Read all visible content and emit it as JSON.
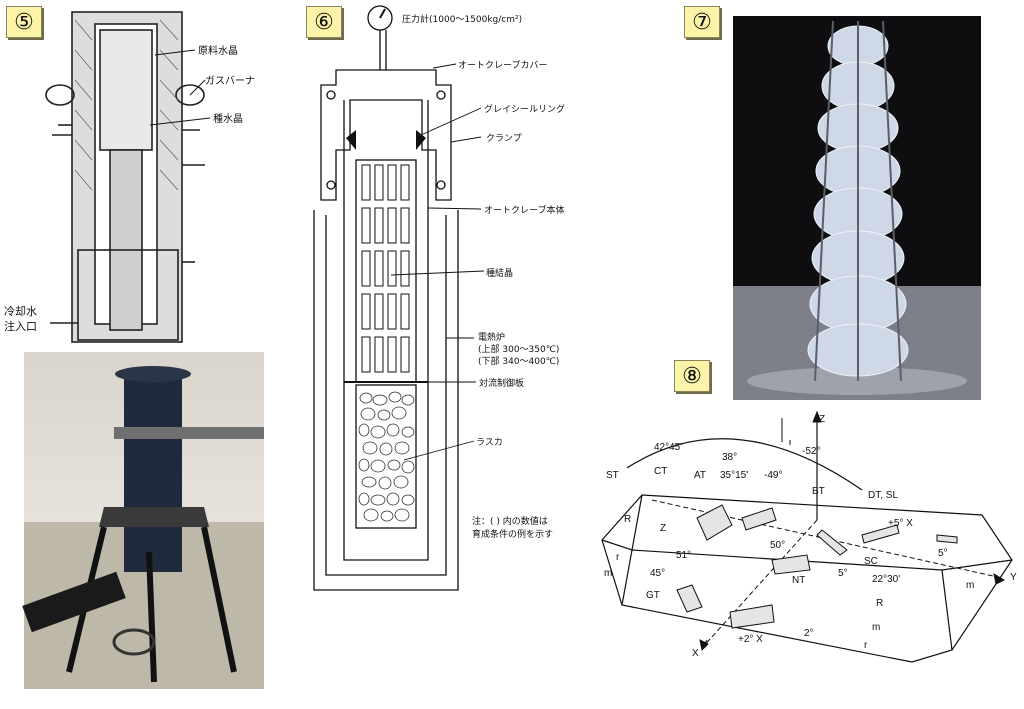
{
  "badges": {
    "p5": "⑤",
    "p6": "⑥",
    "p7": "⑦",
    "p8": "⑧"
  },
  "panel5": {
    "labels": {
      "raw": "原料水晶",
      "gas": "ガスバーナ",
      "seed": "種水晶",
      "cool_1": "冷却水",
      "cool_2": "注入口"
    }
  },
  "panel6": {
    "gauge": "圧力計(1000～1500kg/cm²)",
    "cover": "オートクレーブカバー",
    "ring": "グレイシールリング",
    "clamp": "クランプ",
    "body": "オートクレーブ本体",
    "seed": "種結晶",
    "furnace_1": "電熱炉",
    "furnace_2": "(上部 300～350℃)",
    "furnace_3": "(下部 340～400℃)",
    "baffle": "対流制御板",
    "lasca": "ラスカ",
    "note_1": "注：( ) 内の数値は",
    "note_2": "育成条件の例を示す"
  },
  "panel8": {
    "labels": {
      "z_axis": "Z",
      "y_axis": "Y",
      "x_axis": "X",
      "a1": "42°45'",
      "a2": "38°",
      "a3": "-52°",
      "a4": "35°15'",
      "a5": "-49°",
      "st": "ST",
      "ct": "CT",
      "at": "AT",
      "bt": "BT",
      "dt": "DT, SL",
      "z": "Z",
      "r1": "R",
      "r2": "r",
      "m1": "m",
      "gt": "GT",
      "a6": "51°",
      "a7": "45°",
      "a8": "50°",
      "nt": "NT",
      "a9": "5°",
      "sc": "SC",
      "a10": "+5° X",
      "a11": "5°",
      "a12": "22°30'",
      "r3": "R",
      "m2": "m",
      "m3": "m",
      "r4": "r",
      "a13": "+2° X",
      "a14": "2°"
    }
  },
  "colors": {
    "badge": "#fbf3a8",
    "photo_dark": "#111111",
    "crystal": "#cfd8e6"
  }
}
